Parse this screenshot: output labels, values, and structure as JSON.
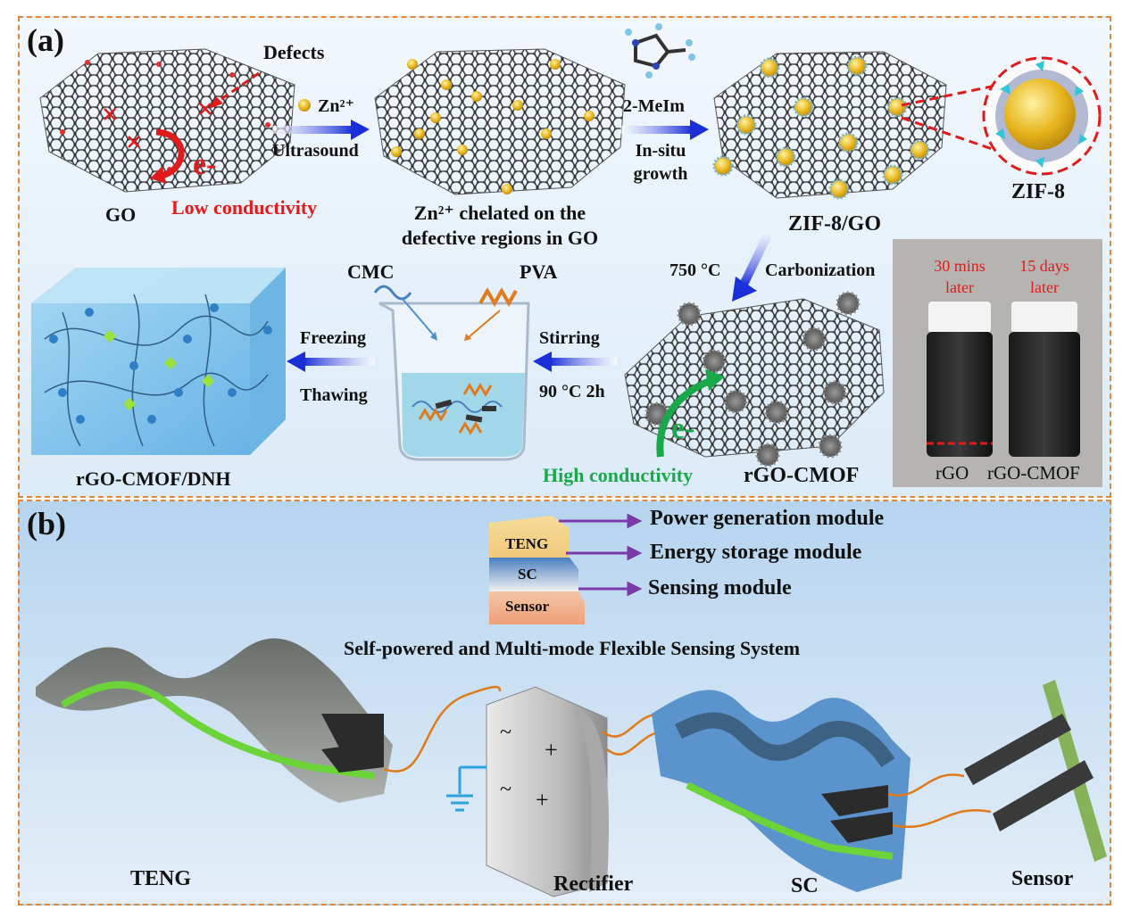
{
  "panel_a": {
    "label": "(a)",
    "defects": "Defects",
    "go": "GO",
    "e_minus": "e-",
    "low_conductivity": "Low conductivity",
    "zn_ion": "Zn²⁺",
    "ultrasound": "Ultrasound",
    "zn_chelated_line1": "Zn²⁺ chelated on the",
    "zn_chelated_line2": "defective regions in GO",
    "memim": "2-MeIm",
    "insitu_line1": "In-situ",
    "insitu_line2": "growth",
    "zif8": "ZIF-8",
    "zif8_go": "ZIF-8/GO",
    "temp750": "750 °C",
    "carbonization": "Carbonization",
    "cmc": "CMC",
    "pva": "PVA",
    "stirring": "Stirring",
    "stir_cond": "90 °C 2h",
    "freezing": "Freezing",
    "thawing": "Thawing",
    "hydrogel": "rGO-CMOF/DNH",
    "high_conductivity": "High conductivity",
    "rgo_cmof": "rGO-CMOF",
    "photo": {
      "left_line1": "30 mins",
      "left_line2": "later",
      "right_line1": "15 days",
      "right_line2": "later",
      "left_vial": "rGO",
      "right_vial": "rGO-CMOF"
    }
  },
  "panel_b": {
    "label": "(b)",
    "layers": [
      "TENG",
      "SC",
      "Sensor"
    ],
    "modules": [
      "Power generation module",
      "Energy storage module",
      "Sensing module"
    ],
    "system_title": "Self-powered and Multi-mode Flexible Sensing System",
    "devices": [
      "TENG",
      "Rectifier",
      "SC",
      "Sensor"
    ],
    "rectifier_symbols": [
      "~",
      "+",
      "~",
      "+"
    ]
  },
  "colors": {
    "border": "#e0873a",
    "arrow_blue": "#1b2fd8",
    "red": "#e01b1b",
    "green": "#1aa84a",
    "purple": "#7a3aa8",
    "wire": "#e07a1a"
  }
}
